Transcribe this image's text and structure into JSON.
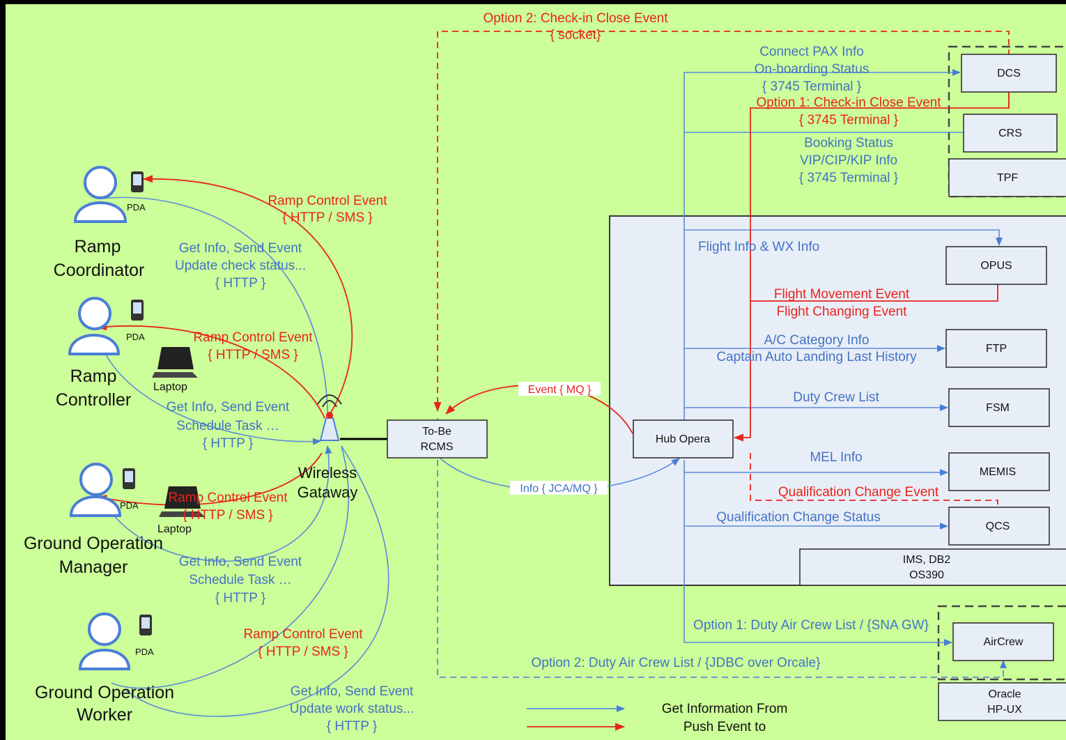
{
  "actors": [
    {
      "id": "ramp-coordinator",
      "line1": "Ramp",
      "line2": "Coordinator",
      "device": "PDA"
    },
    {
      "id": "ramp-controller",
      "line1": "Ramp",
      "line2": "Controller",
      "device": "PDA",
      "device2": "Laptop"
    },
    {
      "id": "ground-operation-manager",
      "line1": "Ground Operation",
      "line2": "Manager",
      "device": "PDA",
      "device2": "Laptop"
    },
    {
      "id": "ground-operation-worker",
      "line1": "Ground Operation",
      "line2": "Worker",
      "device": "PDA"
    }
  ],
  "wireless": {
    "line1": "Wireless",
    "line2": "Gataway"
  },
  "rcms": {
    "line1": "To-Be",
    "line2": "RCMS"
  },
  "hub": {
    "label": "Hub Opera"
  },
  "systems": {
    "dcs": "DCS",
    "crs": "CRS",
    "tpf": "TPF",
    "opus": "OPUS",
    "ftp": "FTP",
    "fsm": "FSM",
    "memis": "MEMIS",
    "qcs": "QCS",
    "ims_line1": "IMS, DB2",
    "ims_line2": "OS390",
    "aircrew": "AirCrew",
    "oracle_line1": "Oracle",
    "oracle_line2": "HP-UX"
  },
  "labels": {
    "opt2_checkin_1": "Option 2: Check-in Close Event",
    "opt2_checkin_2": "{ socket}",
    "pax_1": "Connect PAX Info",
    "pax_2": "On-boarding Status",
    "pax_3": "{ 3745 Terminal }",
    "opt1_checkin_1": "Option 1: Check-in Close Event",
    "opt1_checkin_2": "{ 3745 Terminal }",
    "booking_1": "Booking Status",
    "booking_2": "VIP/CIP/KIP Info",
    "booking_3": "{ 3745 Terminal }",
    "flight_wx": "Flight Info & WX Info",
    "flight_move": "Flight Movement Event",
    "flight_change": "Flight Changing Event",
    "ac_cat": "A/C Category Info",
    "captain": "Captain Auto Landing Last History",
    "duty_crew": "Duty Crew List",
    "mel": "MEL Info",
    "qual_event": "Qualification Change Event",
    "qual_status": "Qualification Change Status",
    "opt1_aircrew": "Option 1: Duty Air Crew List / {SNA GW}",
    "opt2_aircrew": "Option 2: Duty Air Crew List / {JDBC over Orcale}",
    "event_mq": "Event { MQ }",
    "info_jca": "Info { JCA/MQ }",
    "rce1_1": "Ramp Control Event",
    "rce1_2": "{ HTTP / SMS }",
    "get1_1": "Get Info, Send Event",
    "get1_2": "Update check status...",
    "get1_3": "{ HTTP }",
    "rce2_1": "Ramp Control Event",
    "rce2_2": "{ HTTP / SMS }",
    "get2_1": "Get Info, Send Event",
    "get2_2": "Schedule Task …",
    "get2_3": "{ HTTP }",
    "rce3_1": "Ramp Control Event",
    "rce3_2": "{ HTTP / SMS }",
    "get3_1": "Get Info, Send Event",
    "get3_2": "Schedule Task …",
    "get3_3": "{ HTTP }",
    "rce4_1": "Ramp Control Event",
    "rce4_2": "{ HTTP / SMS }",
    "get4_1": "Get Info, Send Event",
    "get4_2": "Update work status...",
    "get4_3": "{ HTTP }"
  },
  "legend": [
    {
      "label": "Get Information From",
      "color": "#4472c4"
    },
    {
      "label": "Push Event to",
      "color": "#e8241c"
    }
  ],
  "colors": {
    "background": "#ccff99",
    "blue": "#4472c4",
    "red": "#e8241c"
  }
}
